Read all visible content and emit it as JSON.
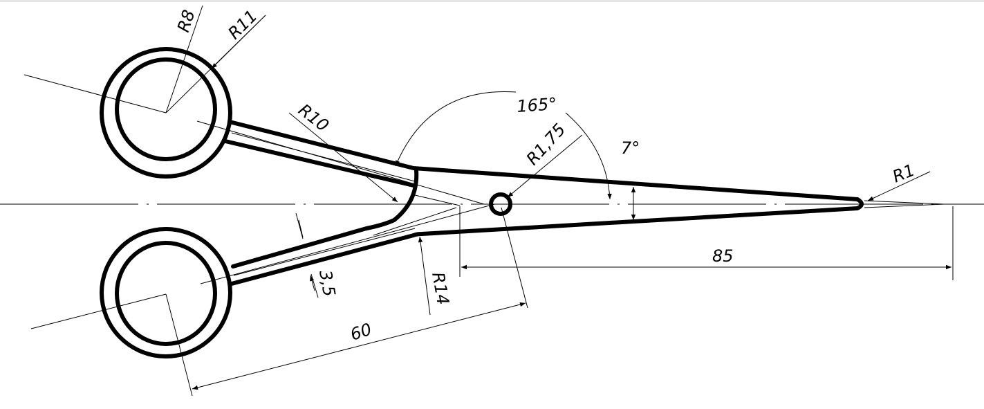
{
  "drawing": {
    "subject": "scissors",
    "line_color": "#000000",
    "background": "#ffffff",
    "dimensions": {
      "ring_inner_radius": "R8",
      "ring_outer_radius": "R11",
      "handle_bend_radius": "R10",
      "handle_angle": "165°",
      "pivot_radius": "R1,75",
      "jaw_angle": "7°",
      "tip_radius": "R1",
      "jaw_length": "85",
      "handle_width": "3,5",
      "outer_bend_radius": "R14",
      "handle_length": "60"
    }
  }
}
